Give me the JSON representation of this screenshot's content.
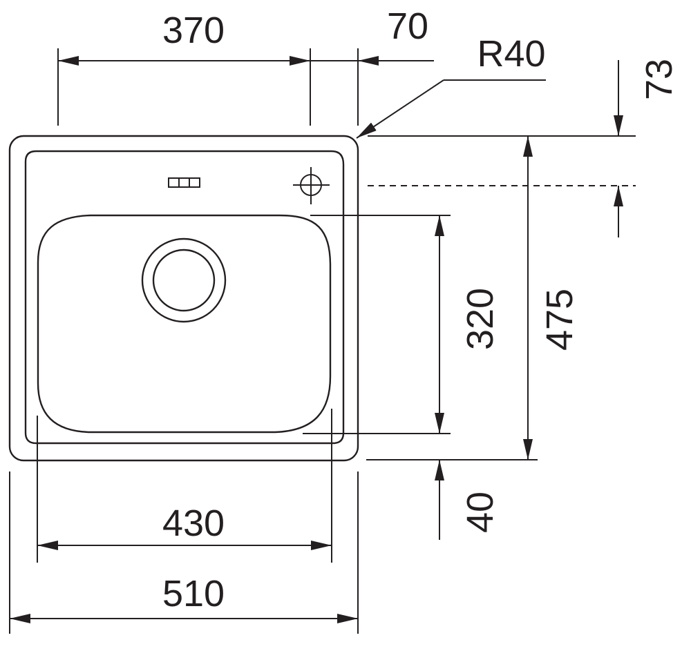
{
  "colors": {
    "line": "#231f20",
    "background": "#ffffff"
  },
  "dimensions": {
    "top_width_label": "370",
    "top_offset_label": "70",
    "corner_radius_label": "R40",
    "right_top_offset_label": "73",
    "bowl_depth_label": "320",
    "total_depth_label": "475",
    "bottom_offset_label": "40",
    "bowl_width_label": "430",
    "total_width_label": "510"
  }
}
